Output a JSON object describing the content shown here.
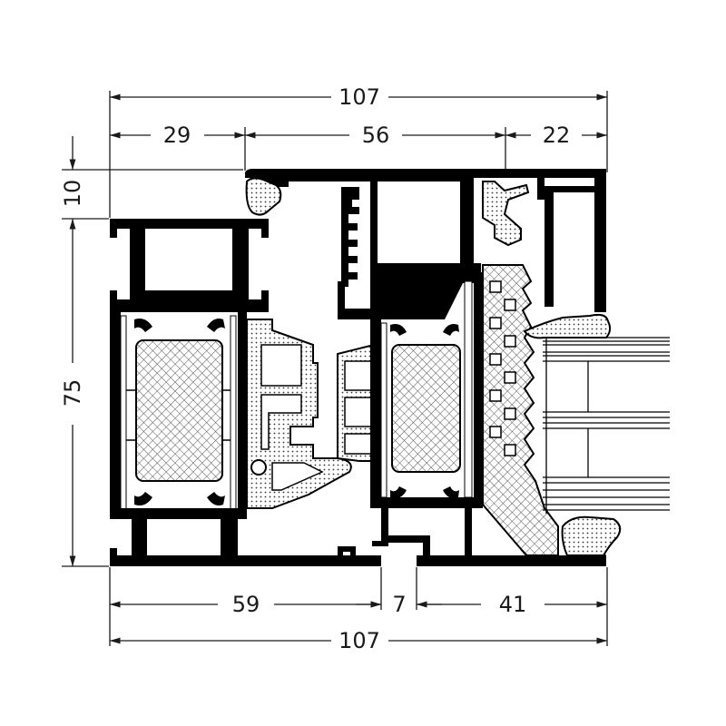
{
  "dimensions": {
    "top_overall": "107",
    "top_left": "29",
    "top_middle": "56",
    "top_right": "22",
    "left_top": "10",
    "left_height": "75",
    "bottom_left": "59",
    "bottom_middle": "7",
    "bottom_right": "41",
    "bottom_overall": "107"
  },
  "colors": {
    "profile": "#000000",
    "line": "#1a1a1a",
    "hatch": "#555555",
    "background": "#ffffff"
  }
}
